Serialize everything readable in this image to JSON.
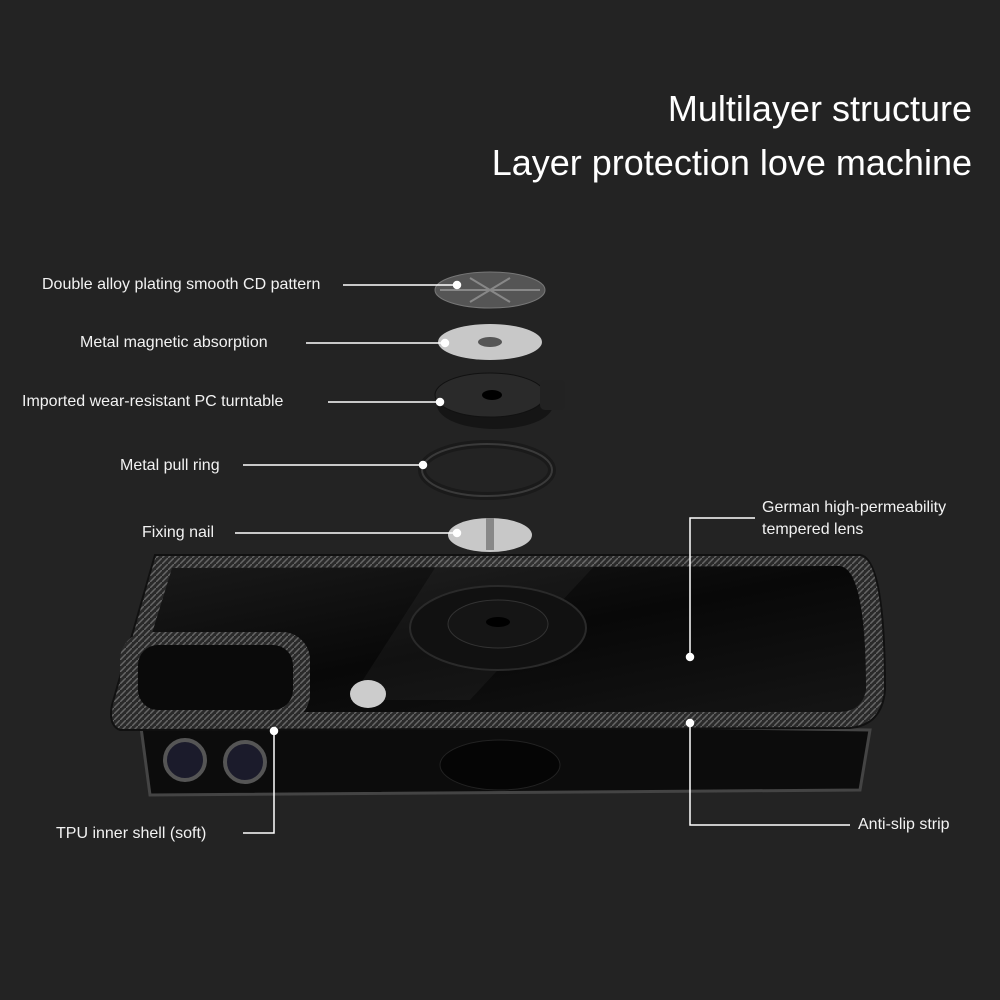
{
  "heading": {
    "line1": "Multilayer structure",
    "line2": "Layer protection love machine"
  },
  "labels": {
    "cd_pattern": "Double alloy plating smooth CD pattern",
    "magnetic": "Metal magnetic absorption",
    "turntable": "Imported wear-resistant PC turntable",
    "pull_ring": "Metal pull ring",
    "fixing_nail": "Fixing nail",
    "lens_line1": "German high-permeability",
    "lens_line2": "tempered lens",
    "tpu": "TPU inner shell (soft)",
    "anti_slip": "Anti-slip strip"
  },
  "colors": {
    "background": "#232323",
    "line": "#ffffff"
  }
}
